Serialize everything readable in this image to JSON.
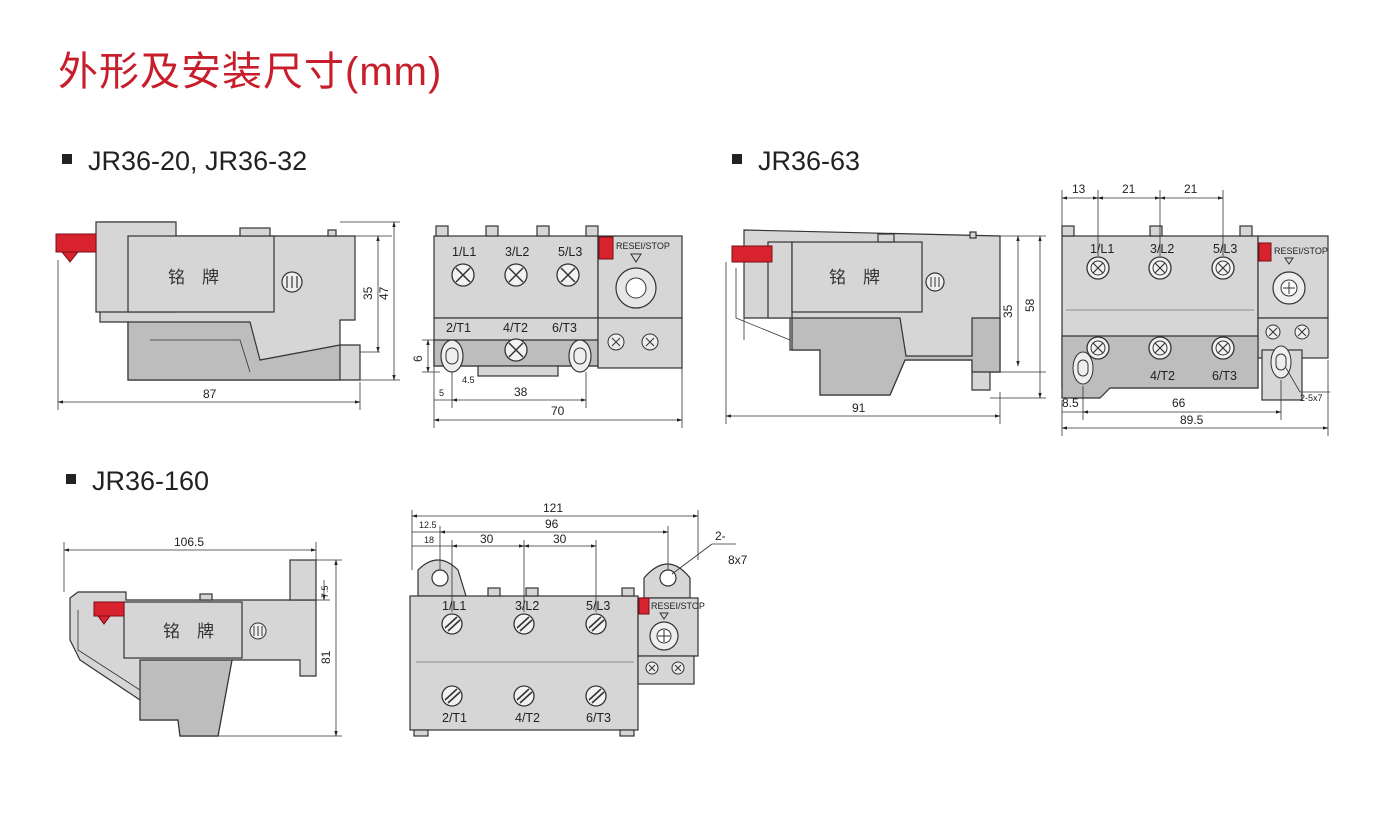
{
  "title": "外形及安装尺寸(mm)",
  "sections": {
    "a": "JR36-20, JR36-32",
    "b": "JR36-63",
    "c": "JR36-160"
  },
  "colors": {
    "title": "#c81d2a",
    "reset_button": "#d8222e",
    "body": "#d6d6d6"
  },
  "nameplate": "铭　牌",
  "reset_label": "RESEI/STOP",
  "terminals_top": [
    "1/L1",
    "3/L2",
    "5/L3"
  ],
  "terminals_bottom": [
    "2/T1",
    "4/T2",
    "6/T3"
  ],
  "terminals_bottom_b": [
    "4/T2",
    "6/T3"
  ],
  "dims_a": {
    "width_side": "87",
    "h35": "35",
    "h47": "47",
    "d6": "6",
    "d5": "5",
    "d45": "4.5",
    "d38": "38",
    "d70": "70"
  },
  "dims_b": {
    "width_side": "91",
    "h35": "35",
    "h58": "58",
    "d13": "13",
    "d21a": "21",
    "d21b": "21",
    "d85": "8.5",
    "d66": "66",
    "d895": "89.5",
    "hole": "2-5x7"
  },
  "dims_c": {
    "width_side": "106.5",
    "h81": "81",
    "d75": "7.5",
    "d121": "121",
    "d96": "96",
    "d125": "12.5",
    "d18": "18",
    "d30a": "30",
    "d30b": "30",
    "hole_a": "2-",
    "hole_b": "8x7"
  }
}
